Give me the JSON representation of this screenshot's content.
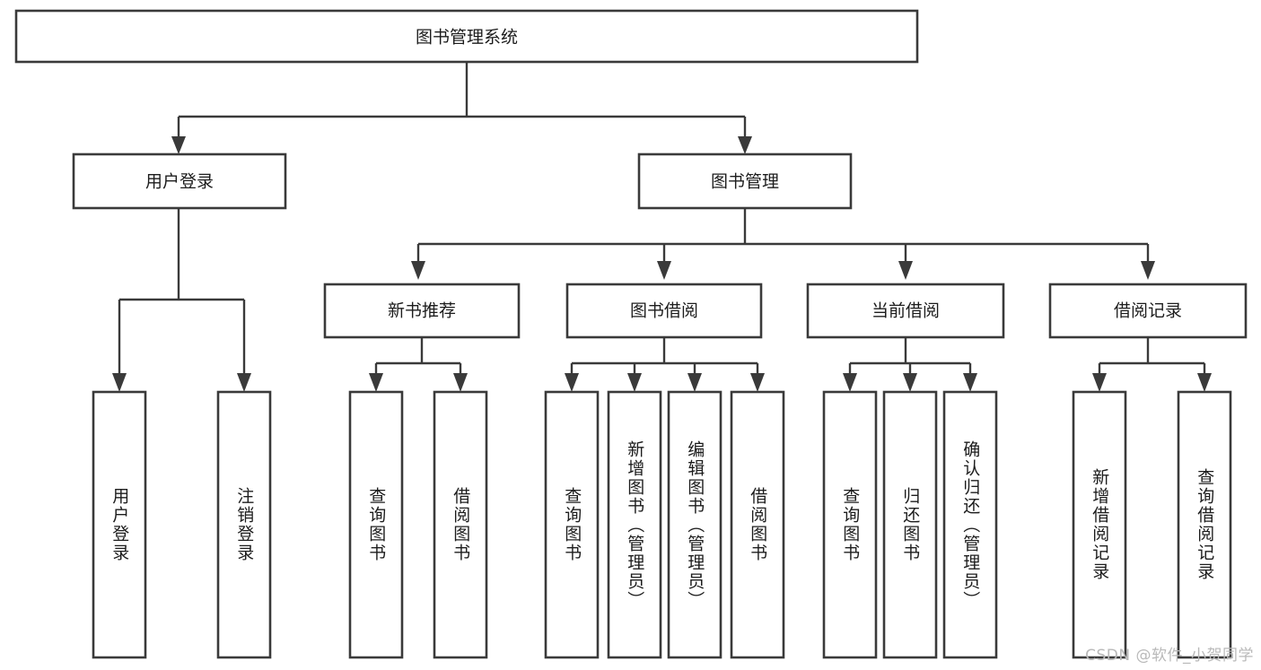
{
  "diagram": {
    "title": "图书管理系统",
    "type": "tree-hierarchy-diagram",
    "colors": {
      "box_stroke": "#3a3a3a",
      "box_fill": "#ffffff",
      "text": "#1c1c1c",
      "background": "#ffffff",
      "watermark": "#b9b9b9"
    },
    "root": {
      "label": "图书管理系统"
    },
    "level2": [
      {
        "label": "用户登录"
      },
      {
        "label": "图书管理"
      }
    ],
    "level3": [
      {
        "label": "新书推荐"
      },
      {
        "label": "图书借阅"
      },
      {
        "label": "当前借阅"
      },
      {
        "label": "借阅记录"
      }
    ],
    "leaves": {
      "user_login": [
        {
          "label": "用户登录"
        },
        {
          "label": "注销登录"
        }
      ],
      "new_book_recommend": [
        {
          "label": "查询图书"
        },
        {
          "label": "借阅图书"
        }
      ],
      "book_borrow": [
        {
          "label": "查询图书"
        },
        {
          "label": "新增图书（管理员）"
        },
        {
          "label": "编辑图书（管理员）"
        },
        {
          "label": "借阅图书"
        }
      ],
      "current_borrow": [
        {
          "label": "查询图书"
        },
        {
          "label": "归还图书"
        },
        {
          "label": "确认归还（管理员）"
        }
      ],
      "borrow_record": [
        {
          "label": "新增借阅记录"
        },
        {
          "label": "查询借阅记录"
        }
      ]
    },
    "watermark": "CSDN @软件_小贺同学"
  }
}
